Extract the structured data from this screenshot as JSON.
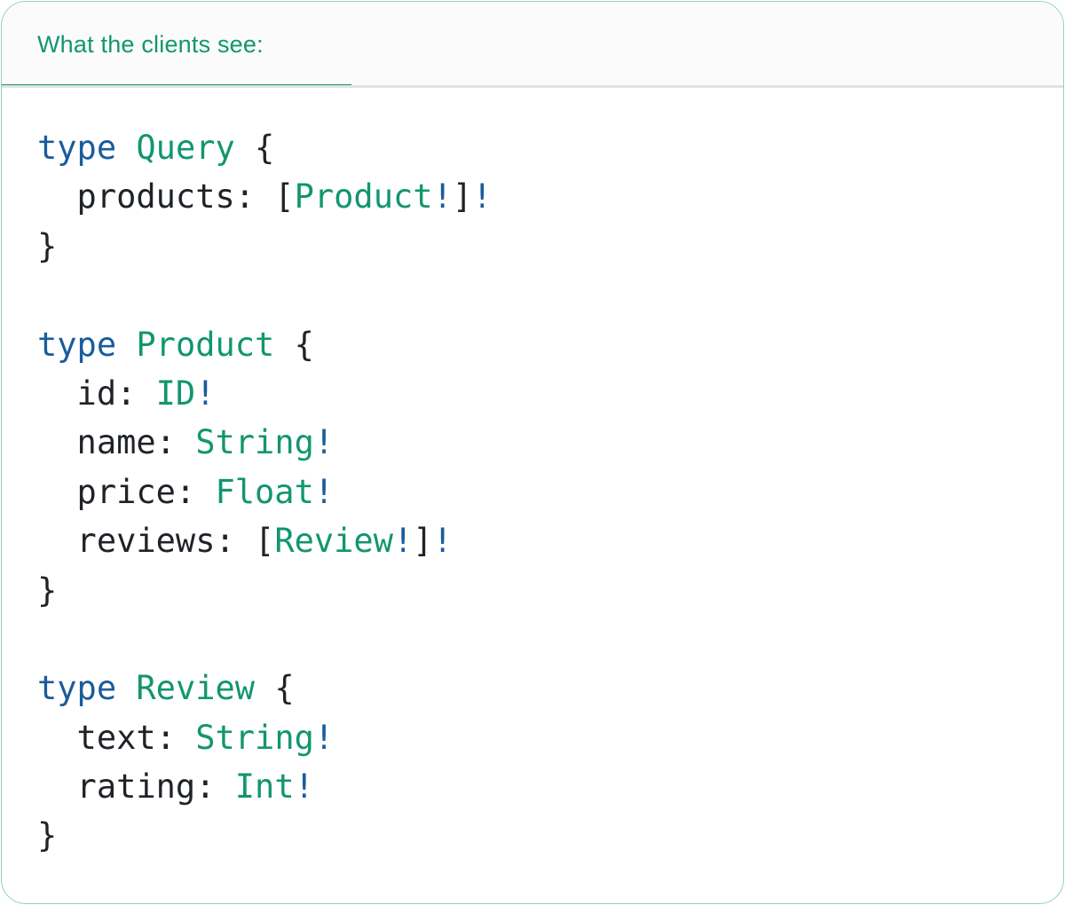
{
  "card": {
    "tab": {
      "label": "What the clients see:",
      "active": true
    }
  },
  "colors": {
    "accent_green": "#12966F",
    "keyword_blue": "#1A5C9C",
    "plain_text": "#1F2328",
    "divider_gray": "#E2E2E2",
    "header_background": "#FBFBFB"
  },
  "code_block": {
    "language": "graphql",
    "lines": [
      [
        [
          "kw",
          "type"
        ],
        [
          "pl",
          " "
        ],
        [
          "ty",
          "Query"
        ],
        [
          "pl",
          " {"
        ]
      ],
      [
        [
          "pl",
          "  products: ["
        ],
        [
          "ty",
          "Product"
        ],
        [
          "bg",
          "!"
        ],
        [
          "pl",
          "]"
        ],
        [
          "bg",
          "!"
        ]
      ],
      [
        [
          "pl",
          "}"
        ]
      ],
      [],
      [
        [
          "kw",
          "type"
        ],
        [
          "pl",
          " "
        ],
        [
          "ty",
          "Product"
        ],
        [
          "pl",
          " {"
        ]
      ],
      [
        [
          "pl",
          "  id: "
        ],
        [
          "ty",
          "ID"
        ],
        [
          "bg",
          "!"
        ]
      ],
      [
        [
          "pl",
          "  name: "
        ],
        [
          "ty",
          "String"
        ],
        [
          "bg",
          "!"
        ]
      ],
      [
        [
          "pl",
          "  price: "
        ],
        [
          "ty",
          "Float"
        ],
        [
          "bg",
          "!"
        ]
      ],
      [
        [
          "pl",
          "  reviews: ["
        ],
        [
          "ty",
          "Review"
        ],
        [
          "bg",
          "!"
        ],
        [
          "pl",
          "]"
        ],
        [
          "bg",
          "!"
        ]
      ],
      [
        [
          "pl",
          "}"
        ]
      ],
      [],
      [
        [
          "kw",
          "type"
        ],
        [
          "pl",
          " "
        ],
        [
          "ty",
          "Review"
        ],
        [
          "pl",
          " {"
        ]
      ],
      [
        [
          "pl",
          "  text: "
        ],
        [
          "ty",
          "String"
        ],
        [
          "bg",
          "!"
        ]
      ],
      [
        [
          "pl",
          "  rating: "
        ],
        [
          "ty",
          "Int"
        ],
        [
          "bg",
          "!"
        ]
      ],
      [
        [
          "pl",
          "}"
        ]
      ]
    ]
  }
}
